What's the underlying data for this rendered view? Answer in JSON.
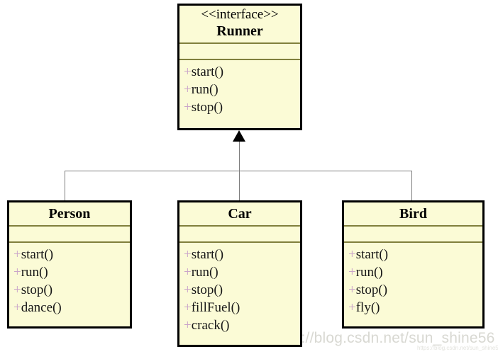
{
  "diagram": {
    "type": "uml-class-diagram",
    "relationship": "realization-inheritance",
    "interface": {
      "stereotype": "<<interface>>",
      "name": "Runner",
      "attributes": [],
      "methods": [
        {
          "visibility": "+",
          "signature": "start()"
        },
        {
          "visibility": "+",
          "signature": "run()"
        },
        {
          "visibility": "+",
          "signature": "stop()"
        }
      ]
    },
    "implementors": [
      {
        "name": "Person",
        "attributes": [],
        "methods": [
          {
            "visibility": "+",
            "signature": "start()"
          },
          {
            "visibility": "+",
            "signature": "run()"
          },
          {
            "visibility": "+",
            "signature": "stop()"
          },
          {
            "visibility": "+",
            "signature": "dance()"
          }
        ]
      },
      {
        "name": "Car",
        "attributes": [],
        "methods": [
          {
            "visibility": "+",
            "signature": "start()"
          },
          {
            "visibility": "+",
            "signature": "run()"
          },
          {
            "visibility": "+",
            "signature": "stop()"
          },
          {
            "visibility": "+",
            "signature": "fillFuel()"
          },
          {
            "visibility": "+",
            "signature": "crack()"
          }
        ]
      },
      {
        "name": "Bird",
        "attributes": [],
        "methods": [
          {
            "visibility": "+",
            "signature": "start()"
          },
          {
            "visibility": "+",
            "signature": "run()"
          },
          {
            "visibility": "+",
            "signature": "stop()"
          },
          {
            "visibility": "+",
            "signature": "fly()"
          }
        ]
      }
    ]
  },
  "watermark": {
    "url": "https://blog.csdn.net/sun_shine56",
    "sub": "https://blog.csdn.net/sun_shine56"
  },
  "colors": {
    "box_fill": "#fbfbd6",
    "box_border": "#000000",
    "divider": "#807f3c",
    "visibility_plus": "#c9a4c9",
    "connector": "#7d7d7d",
    "text": "#161616",
    "watermark": "#d8d8d2"
  }
}
